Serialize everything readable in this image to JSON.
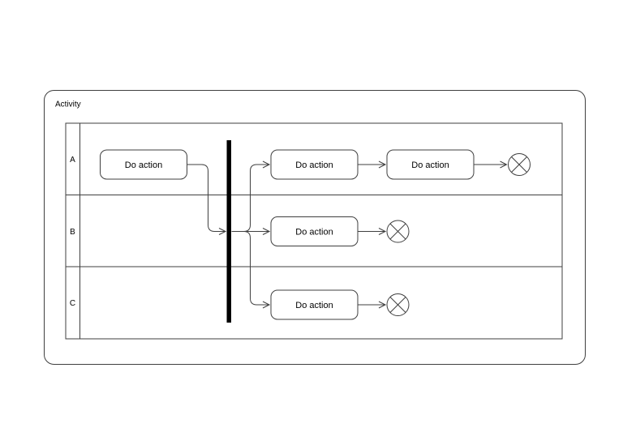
{
  "diagram": {
    "type": "uml-activity-diagram-with-swimlanes",
    "title": "Activity",
    "lanes": [
      {
        "label": "A"
      },
      {
        "label": "B"
      },
      {
        "label": "C"
      }
    ],
    "nodes": {
      "actions": [
        {
          "id": "a1",
          "label": "Do action",
          "lane": "A"
        },
        {
          "id": "a2",
          "label": "Do action",
          "lane": "A"
        },
        {
          "id": "a3",
          "label": "Do action",
          "lane": "A"
        },
        {
          "id": "b1",
          "label": "Do action",
          "lane": "B"
        },
        {
          "id": "c1",
          "label": "Do action",
          "lane": "C"
        }
      ],
      "fork_join_bar": {
        "id": "fork",
        "orientation": "vertical"
      },
      "flow_finals": [
        {
          "id": "final-a",
          "lane": "A"
        },
        {
          "id": "final-b",
          "lane": "B"
        },
        {
          "id": "final-c",
          "lane": "C"
        }
      ]
    },
    "edges": [
      {
        "from": "a1",
        "to": "fork"
      },
      {
        "from": "fork",
        "to": "a2"
      },
      {
        "from": "fork",
        "to": "b1"
      },
      {
        "from": "fork",
        "to": "c1"
      },
      {
        "from": "a2",
        "to": "a3"
      },
      {
        "from": "a3",
        "to": "final-a"
      },
      {
        "from": "b1",
        "to": "final-b"
      },
      {
        "from": "c1",
        "to": "final-c"
      }
    ],
    "colors": {
      "background": "#ffffff",
      "line": "#3f3f3f",
      "fork_bar": "#000000",
      "node_fill": "#ffffff",
      "text": "#000000"
    }
  }
}
